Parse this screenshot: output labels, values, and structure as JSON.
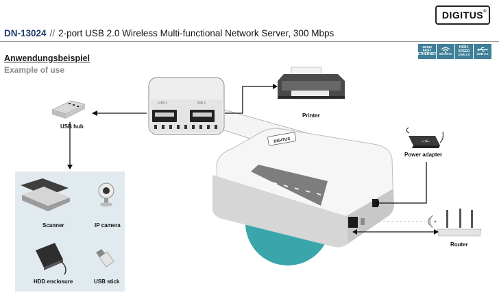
{
  "header": {
    "brand": "DIGITUS",
    "model": "DN-13024",
    "separator": "//",
    "title": "2-port USB 2.0 Wireless Multi-functional Network Server, 300 Mbps"
  },
  "section": {
    "heading_de": "Anwendungsbeispiel",
    "heading_en": "Example of use"
  },
  "badges": [
    {
      "icon": "fast-ethernet-icon",
      "top": "10/100",
      "label": "FAST ETHERNET"
    },
    {
      "icon": "wireless-icon",
      "label": "Wireless"
    },
    {
      "icon": "high-speed-icon",
      "top": "HIGH-SPEED",
      "label": "USB 2.0"
    },
    {
      "icon": "usb-icon",
      "label": "USB 2.0"
    }
  ],
  "callout": {
    "port1": "USB 1",
    "port2": "USB 2"
  },
  "device": {
    "brand": "DIGITUS"
  },
  "labels": {
    "printer": "Printer",
    "usb_hub": "USB hub",
    "power_adapter": "Power adapter",
    "router": "Router",
    "scanner": "Scanner",
    "ip_camera": "IP camera",
    "hdd_enclosure": "HDD enclosure",
    "usb_stick": "USB stick"
  },
  "colors": {
    "brand_blue": "#1d3d6b",
    "badge_teal": "#3f7f98",
    "accent_teal": "#3aa6ac",
    "panel_bg": "#e1ebef"
  }
}
